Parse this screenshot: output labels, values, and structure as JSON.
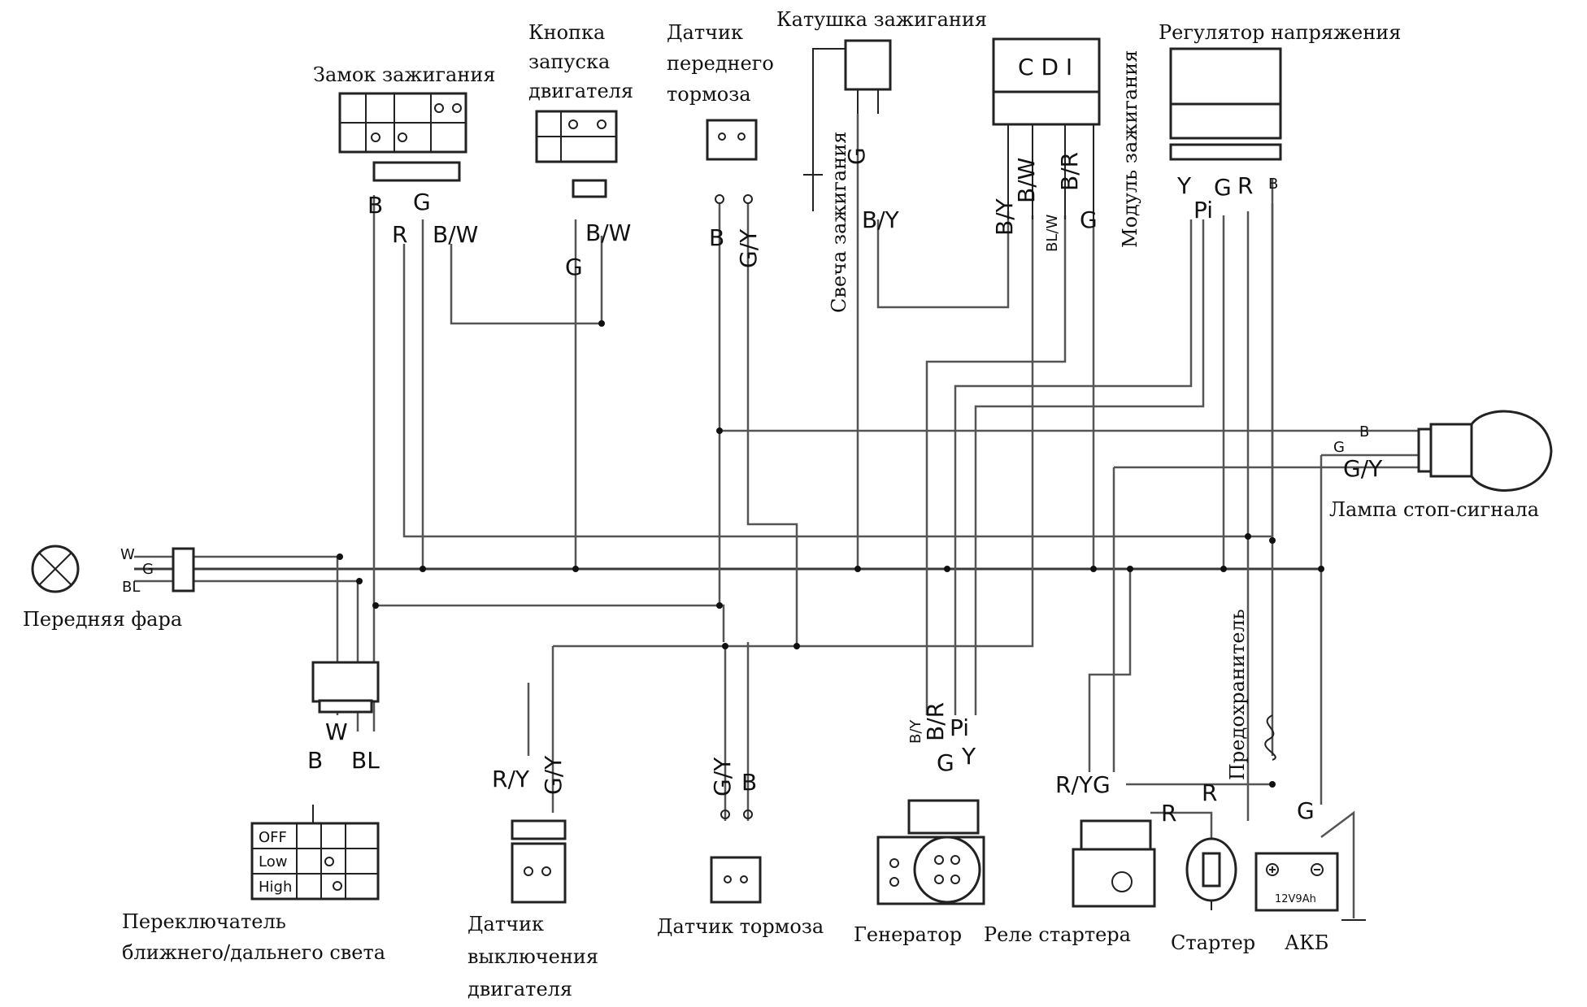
{
  "components": {
    "ignition_lock": "Замок зажигания",
    "start_button": [
      "Кнопка",
      "запуска",
      "двигателя"
    ],
    "front_brake_sensor": [
      "Датчик",
      "переднего",
      "тормоза"
    ],
    "ignition_coil": "Катушка зажигания",
    "spark_plug": "Свеча зажигания",
    "cdi": "C D I",
    "ignition_module": "Модуль зажигания",
    "voltage_regulator": "Регулятор напряжения",
    "brake_lamp": "Лампа стоп-сигнала",
    "headlight": "Передняя фара",
    "beam_switch": [
      "Переключатель",
      "ближнего/дальнего света"
    ],
    "kill_sensor": [
      "Датчик",
      "выключения",
      "двигателя"
    ],
    "brake_sensor": "Датчик тормоза",
    "generator": "Генератор",
    "starter_relay": "Реле стартера",
    "starter": "Стартер",
    "battery": "АКБ",
    "battery_spec": "12V9Ah",
    "fuse": "Предохранитель"
  },
  "beam_switch_positions": [
    "OFF",
    "Low",
    "High"
  ],
  "wire_labels": {
    "B": "B",
    "G": "G",
    "R": "R",
    "BW": "B/W",
    "GY": "G/Y",
    "BY": "B/Y",
    "BR": "B/R",
    "BLW": "BL/W",
    "Y": "Y",
    "PI": "Pi",
    "W": "W",
    "BL": "BL",
    "RY": "R/Y",
    "RYG": "R/YG"
  },
  "colors": {
    "ink": "#222222",
    "wire": "#3a3a3a"
  }
}
